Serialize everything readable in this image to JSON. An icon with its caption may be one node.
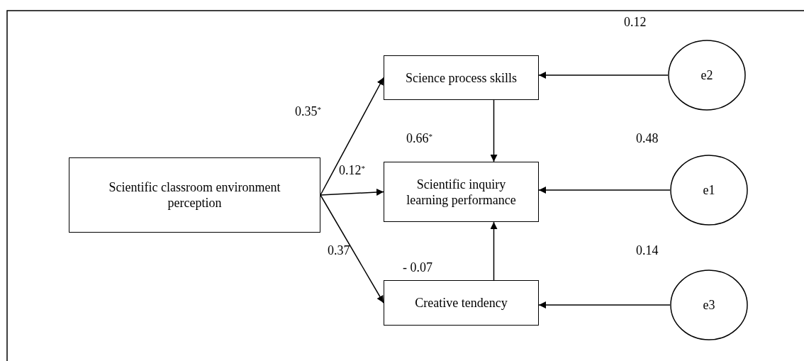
{
  "diagram": {
    "nodes": [
      {
        "text": [
          "Scientific classroom environment perception"
        ]
      },
      {
        "text": [
          "Science process skills"
        ]
      },
      {
        "text": [
          "Scientific inquiry learning performance"
        ]
      },
      {
        "text": [
          "Creative tendency"
        ]
      },
      {
        "text": [
          "e2"
        ]
      },
      {
        "text": [
          "e1"
        ]
      },
      {
        "text": [
          "e3"
        ]
      }
    ],
    "edges": [
      {
        "from": 0,
        "to": 1,
        "arrow": "to",
        "label": "0.35$^{*}$"
      },
      {
        "from": 0,
        "to": 2,
        "arrow": "to",
        "label": "0.12$^{*}$"
      },
      {
        "from": 0,
        "to": 3,
        "arrow": "to",
        "label": "0.37"
      },
      {
        "from": 1,
        "to": 2,
        "arrow": "to",
        "label": "0.66$^{*}$"
      },
      {
        "from": 3,
        "to": 2,
        "arrow": "to",
        "label": "- 0.07"
      },
      {
        "from": 4,
        "to": 1,
        "arrow": "to",
        "label": "0.12"
      },
      {
        "from": 5,
        "to": 2,
        "arrow": "to",
        "label": "0.48"
      },
      {
        "from": 6,
        "to": 3,
        "arrow": "to",
        "label": "0.14"
      }
    ]
  }
}
